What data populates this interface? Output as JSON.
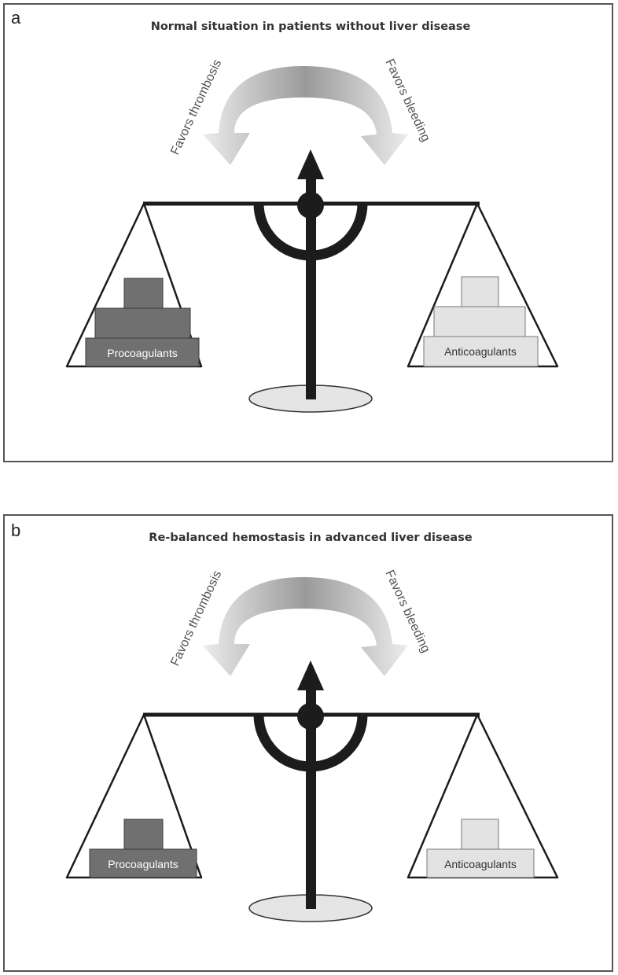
{
  "colors": {
    "procoagulant_fill": "#707070",
    "anticoagulant_fill": "#e3e3e3",
    "beam": "#1c1c1c",
    "base": "#e5e5e5",
    "arrow_gradient_dark": "#9a9a9a",
    "arrow_gradient_light": "#f2f2f2"
  },
  "panels": [
    {
      "letter": "a",
      "title": "Normal situation in patients without liver disease",
      "left_arrow_label": "Favors thrombosis",
      "right_arrow_label": "Favors bleeding",
      "left_pan_label": "Procoagulants",
      "right_pan_label": "Anticoagulants",
      "left_block_count": 3,
      "right_block_count": 3
    },
    {
      "letter": "b",
      "title": "Re-balanced hemostasis in advanced liver disease",
      "left_arrow_label": "Favors thrombosis",
      "right_arrow_label": "Favors bleeding",
      "left_pan_label": "Procoagulants",
      "right_pan_label": "Anticoagulants",
      "left_block_count": 2,
      "right_block_count": 2
    }
  ]
}
